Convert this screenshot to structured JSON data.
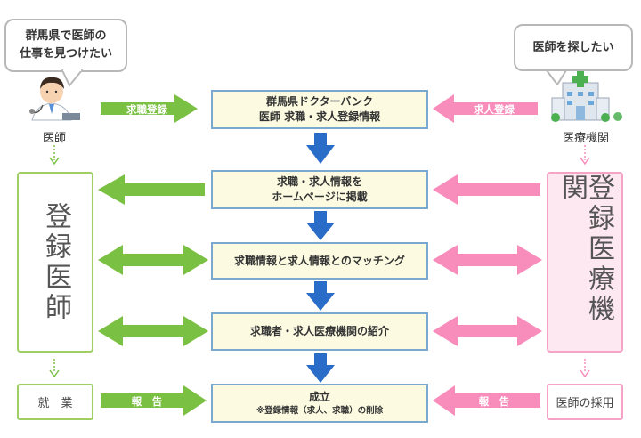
{
  "bubbles": {
    "doctor": "群馬県で医師の\n仕事を見つけたい",
    "institution": "医師を探したい"
  },
  "actors": {
    "doctor": "医師",
    "institution": "医療機関"
  },
  "arrows": {
    "job_registration": "求職登録",
    "offer_registration": "求人登録",
    "report_left": "報　告",
    "report_right": "報　告"
  },
  "steps": [
    {
      "line1": "群馬県ドクターバンク",
      "line2": "医師 求職・求人登録情報"
    },
    {
      "line1": "求職・求人情報を",
      "line2": "ホームページに掲載"
    },
    {
      "line1": "求職情報と求人情報とのマッチング"
    },
    {
      "line1": "求職者・求人医療機関の紹介"
    },
    {
      "line1": "成立",
      "note": "※登録情報（求人、求職）の削除"
    }
  ],
  "panels": {
    "registered_doctor": "登録医師",
    "registered_institution": "登録医療機関"
  },
  "outcomes": {
    "doctor": "就　業",
    "institution": "医師の採用"
  },
  "colors": {
    "green": "#7ac143",
    "green_border": "#9fcf62",
    "pink": "#f88dbb",
    "pink_border": "#f5a3c7",
    "pink_fill": "#fde7f1",
    "blue": "#2a6dc9",
    "step_fill": "#fcfbe2",
    "step_border": "#7aa8cf"
  }
}
